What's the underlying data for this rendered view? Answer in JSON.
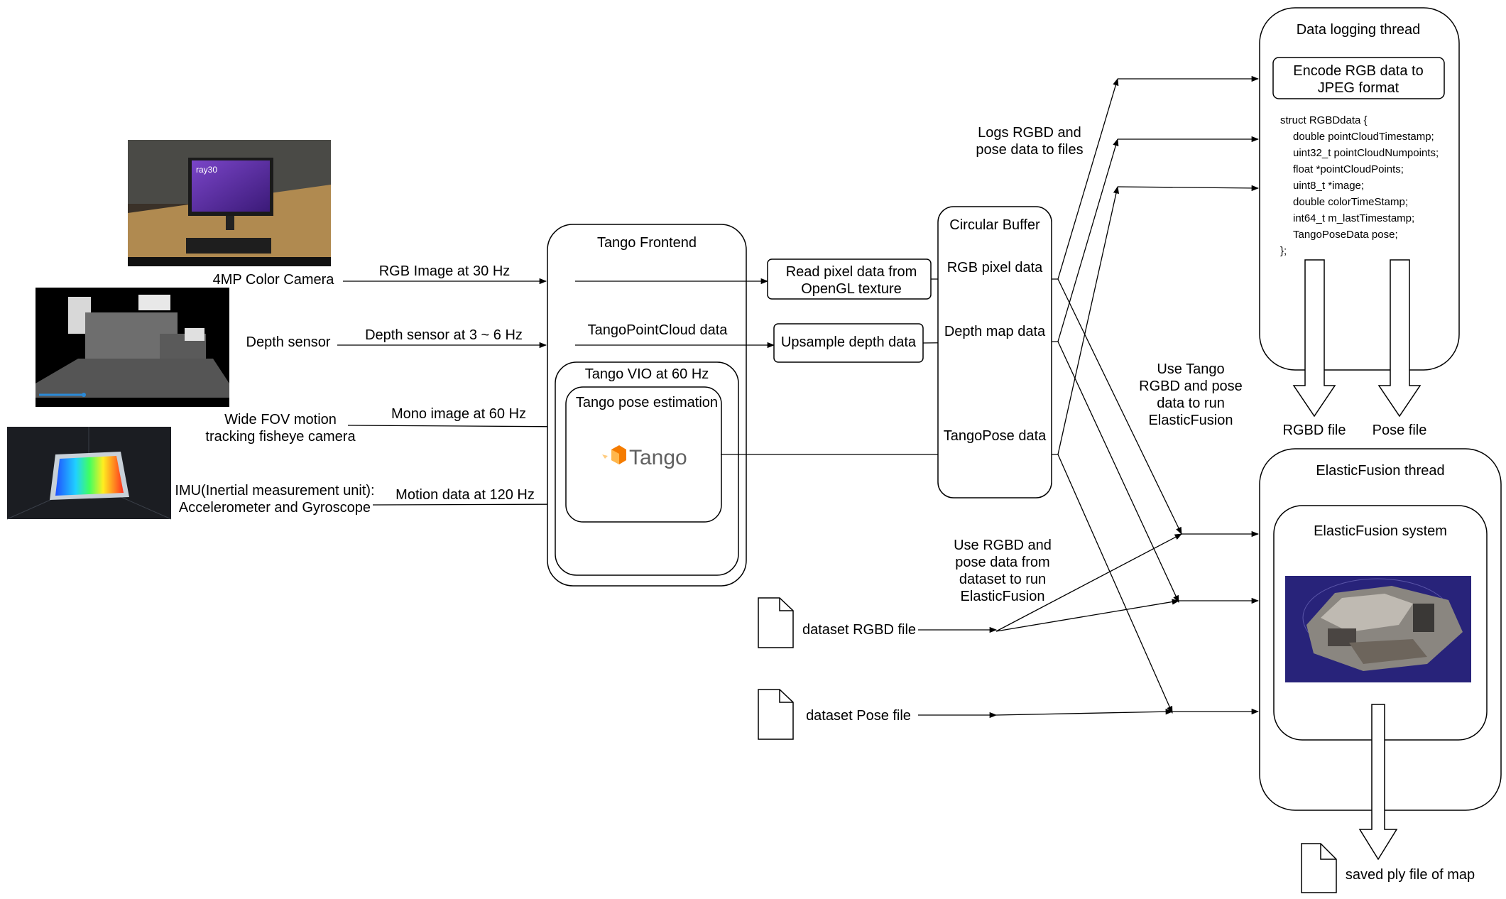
{
  "sensors": {
    "color_camera": "4MP Color Camera",
    "depth_sensor": "Depth sensor",
    "fisheye": [
      "Wide FOV motion",
      "tracking fisheye camera"
    ],
    "imu": [
      "IMU(Inertial measurement unit):",
      "Accelerometer and Gyroscope"
    ]
  },
  "photo": {
    "screen_text": "ray30"
  },
  "edges": {
    "rgb": "RGB Image at 30 Hz",
    "depth": "Depth sensor at 3 ~ 6 Hz",
    "mono": "Mono image at 60 Hz",
    "motion": "Motion data at 120 Hz",
    "pointcloud": "TangoPointCloud data"
  },
  "frontend": {
    "title": "Tango Frontend",
    "vio": "Tango VIO at 60 Hz",
    "pose_estimation": "Tango pose estimation",
    "logo": "Tango"
  },
  "processing": {
    "read_pixel": [
      "Read pixel data from",
      "OpenGL texture"
    ],
    "upsample": "Upsample depth data"
  },
  "buffer": {
    "title": "Circular Buffer",
    "rgb": "RGB pixel data",
    "depth": "Depth map data",
    "pose": "TangoPose data"
  },
  "notes": {
    "logs": [
      "Logs RGBD and",
      "pose data to files"
    ],
    "use_tango": [
      "Use Tango",
      "RGBD and pose",
      "data to run",
      "ElasticFusion"
    ],
    "use_dataset": [
      "Use RGBD and",
      "pose data from",
      "dataset to run",
      "ElasticFusion"
    ]
  },
  "logging": {
    "title": "Data logging thread",
    "encode": [
      "Encode RGB data to",
      "JPEG format"
    ],
    "struct": [
      "struct RGBDdata {",
      "double pointCloudTimestamp;",
      "uint32_t pointCloudNumpoints;",
      "float *pointCloudPoints;",
      "uint8_t *image;",
      "double colorTimeStamp;",
      "int64_t m_lastTimestamp;",
      "TangoPoseData pose;",
      "};"
    ],
    "rgbd_file": "RGBD file",
    "pose_file": "Pose file"
  },
  "datasets": {
    "rgbd": "dataset RGBD file",
    "pose": "dataset Pose file"
  },
  "elastic": {
    "title": "ElasticFusion thread",
    "system": "ElasticFusion system",
    "output": "saved ply file of map"
  }
}
